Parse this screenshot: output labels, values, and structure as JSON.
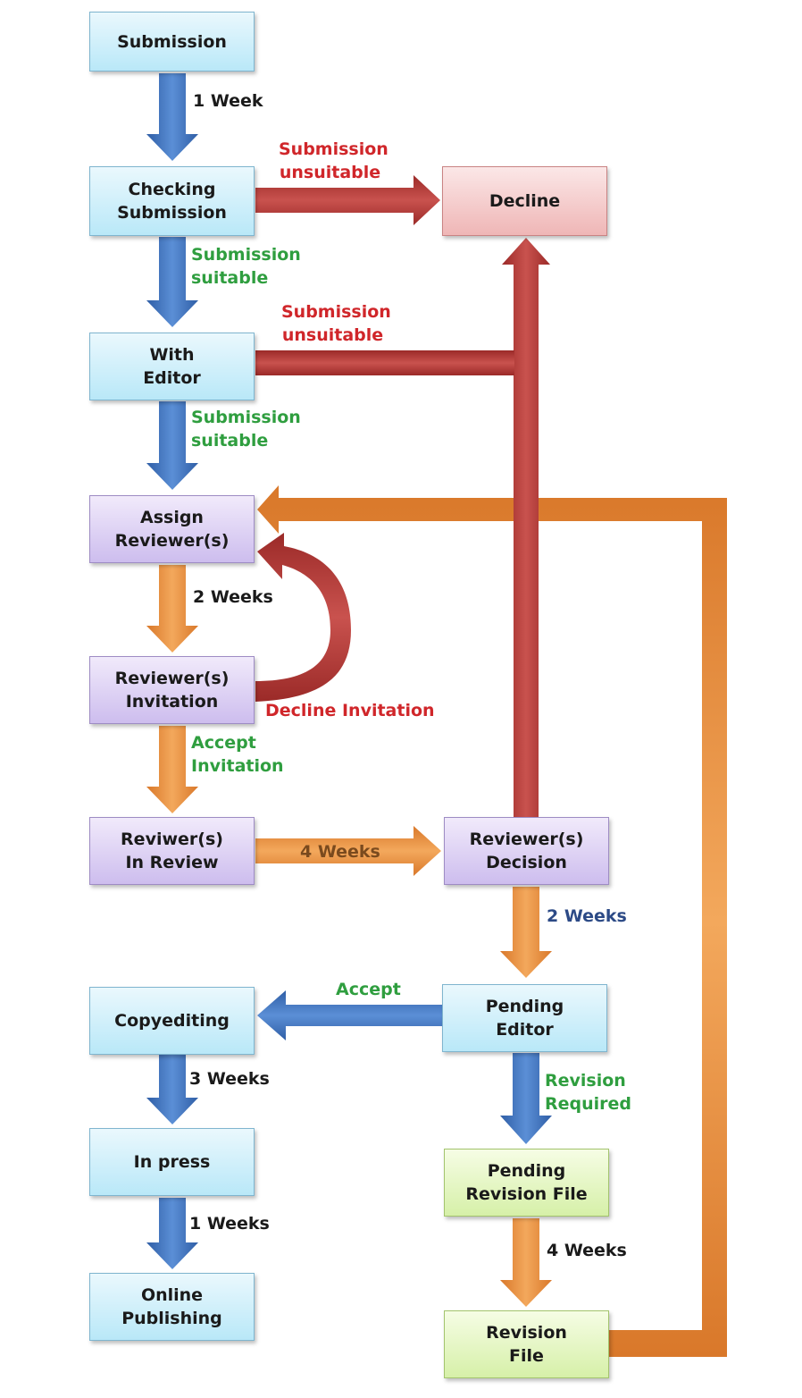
{
  "colors": {
    "blue_arrow": "#3f6fb8",
    "red_arrow": "#b23a37",
    "orange_arrow": "#e58c3a",
    "red_text": "#d0262a",
    "green_text": "#2f9e3f"
  },
  "nodes": {
    "submission": "Submission",
    "checking_submission": "Checking\nSubmission",
    "decline": "Decline",
    "with_editor": "With\nEditor",
    "assign_reviewers": "Assign\nReviewer(s)",
    "reviewers_invitation": "Reviewer(s)\nInvitation",
    "reviwers_in_review": "Reviwer(s)\nIn Review",
    "reviewers_decision": "Reviewer(s)\nDecision",
    "copyediting": "Copyediting",
    "pending_editor": "Pending\nEditor",
    "in_press": "In press",
    "pending_revision_file": "Pending\nRevision File",
    "online_publishing": "Online\nPublishing",
    "revision_file": "Revision\nFile"
  },
  "labels": {
    "one_week": "1 Week",
    "submission_unsuitable_1": "Submission\nunsuitable",
    "submission_suitable_1": "Submission\nsuitable",
    "submission_unsuitable_2": "Submission\nunsuitable",
    "submission_suitable_2": "Submission\nsuitable",
    "two_weeks_1": "2 Weeks",
    "decline_invitation": "Decline Invitation",
    "accept_invitation": "Accept\nInvitation",
    "four_weeks_1": "4 Weeks",
    "two_weeks_2": "2 Weeks",
    "accept": "Accept",
    "three_weeks": "3 Weeks",
    "revision_required": "Revision\nRequired",
    "one_weeks": "1 Weeks",
    "four_weeks_2": "4 Weeks"
  }
}
